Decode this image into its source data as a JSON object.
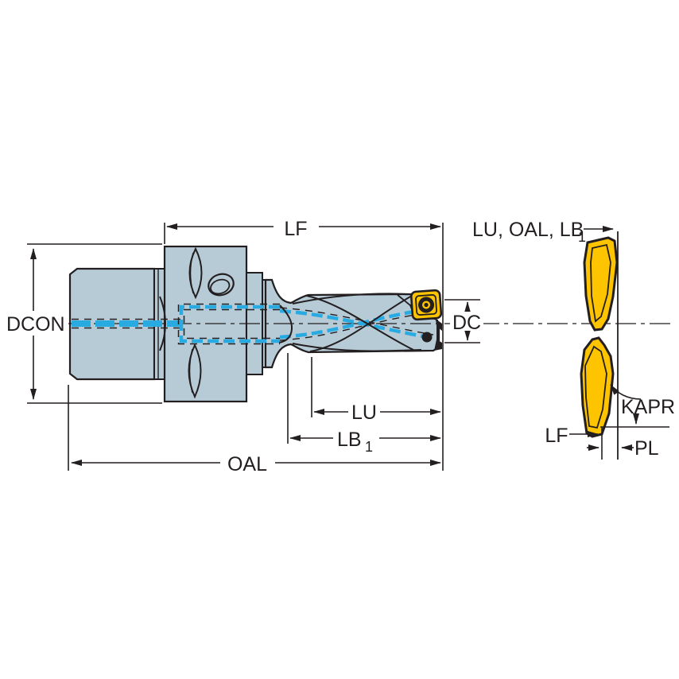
{
  "drawing": {
    "title": "Indexable insert drill with coupling - dimensional line drawing",
    "colors": {
      "background": "#ffffff",
      "outline": "#231f20",
      "body_fill": "#b7cbd7",
      "coolant_cyan": "#29abe2",
      "insert_yellow": "#ffc400"
    },
    "main_view": {
      "labels": {
        "lf": "LF",
        "dcon": "DCON",
        "dc": "DC",
        "lu": "LU",
        "lb_main": "LB",
        "lb_sub": "1",
        "oal": "OAL"
      }
    },
    "detail_view": {
      "labels": {
        "top_main": "LU, OAL, LB",
        "top_sub": "1",
        "kapr": "KAPR",
        "lf": "LF",
        "pl": "PL"
      }
    }
  }
}
